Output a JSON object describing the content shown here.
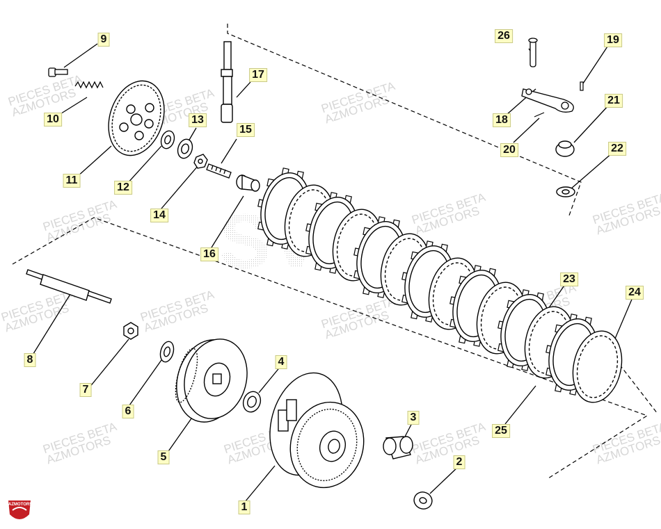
{
  "watermark": {
    "line1": "PIECES BETA",
    "line2": "AZMOTORS",
    "center_logo": "SV"
  },
  "logo": {
    "text": "AZMOTORS",
    "color": "#c41e24"
  },
  "colors": {
    "callout_fill": "#fdfdc4",
    "line": "#000000",
    "watermark": "#d6d6d6"
  },
  "callouts": [
    {
      "id": "1",
      "label": "1"
    },
    {
      "id": "2",
      "label": "2"
    },
    {
      "id": "3",
      "label": "3"
    },
    {
      "id": "4",
      "label": "4"
    },
    {
      "id": "5",
      "label": "5"
    },
    {
      "id": "6",
      "label": "6"
    },
    {
      "id": "7",
      "label": "7"
    },
    {
      "id": "8",
      "label": "8"
    },
    {
      "id": "9",
      "label": "9"
    },
    {
      "id": "10",
      "label": "10"
    },
    {
      "id": "11",
      "label": "11"
    },
    {
      "id": "12",
      "label": "12"
    },
    {
      "id": "13",
      "label": "13"
    },
    {
      "id": "14",
      "label": "14"
    },
    {
      "id": "15",
      "label": "15"
    },
    {
      "id": "16",
      "label": "16"
    },
    {
      "id": "17",
      "label": "17"
    },
    {
      "id": "18",
      "label": "18"
    },
    {
      "id": "19",
      "label": "19"
    },
    {
      "id": "20",
      "label": "20"
    },
    {
      "id": "21",
      "label": "21"
    },
    {
      "id": "22",
      "label": "22"
    },
    {
      "id": "23",
      "label": "23"
    },
    {
      "id": "24",
      "label": "24"
    },
    {
      "id": "25",
      "label": "25"
    },
    {
      "id": "26",
      "label": "26"
    }
  ]
}
